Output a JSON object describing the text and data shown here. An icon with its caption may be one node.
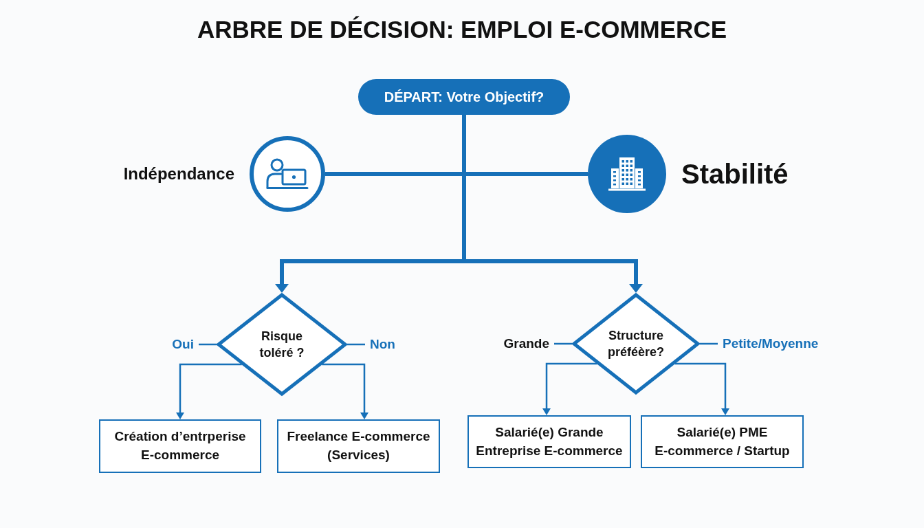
{
  "diagram": {
    "title": "ARBRE DE DÉCISION: EMPLOI E-COMMERCE",
    "nodes": [
      {
        "text": [
          "DÉPART: Votre Objectif?"
        ]
      },
      {
        "text": [
          "Indépendance"
        ]
      },
      {
        "text": [
          "Stabilité"
        ]
      },
      {
        "text": [
          "Risque toléré ?"
        ]
      },
      {
        "text": [
          "Structure préféère?"
        ]
      },
      {
        "text": [
          "Création d’entrperise E-commerce"
        ]
      },
      {
        "text": [
          "Freelance E-commerce (Services)"
        ]
      },
      {
        "text": [
          "Salarié(e) Grande Entreprise E-commerce"
        ]
      },
      {
        "text": [
          "Salarié(e) PME E-commerce / Startup"
        ]
      }
    ],
    "edges": [
      {
        "from": 0,
        "to": 1,
        "arrow": "none",
        "style": "thick"
      },
      {
        "from": 0,
        "to": 2,
        "arrow": "none",
        "style": "thick"
      },
      {
        "from": 0,
        "to": 3,
        "arrow": "to",
        "style": "thick"
      },
      {
        "from": 0,
        "to": 4,
        "arrow": "to",
        "style": "thick"
      },
      {
        "from": 3,
        "to": 5,
        "arrow": "to",
        "label": "Oui"
      },
      {
        "from": 3,
        "to": 6,
        "arrow": "to",
        "label": "Non"
      },
      {
        "from": 4,
        "to": 7,
        "arrow": "to",
        "label": "Grande"
      },
      {
        "from": 4,
        "to": 8,
        "arrow": "to",
        "label": "Petite/Moyenne"
      }
    ]
  }
}
